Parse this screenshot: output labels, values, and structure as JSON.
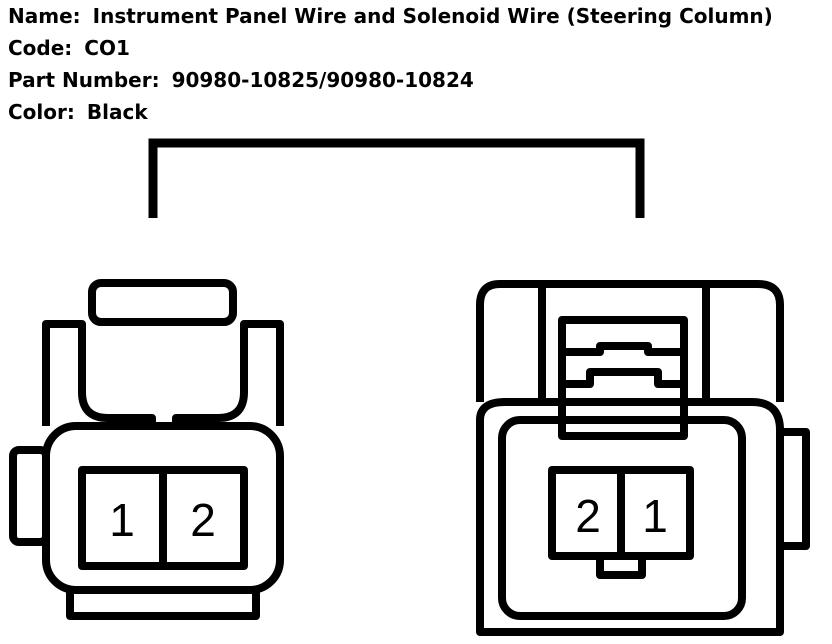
{
  "info": {
    "name_label": "Name:",
    "name_value": "Instrument Panel Wire and Solenoid Wire (Steering Column)",
    "code_label": "Code:",
    "code_value": "CO1",
    "part_label": "Part Number:",
    "part_value": "90980-10825/90980-10824",
    "color_label": "Color:",
    "color_value": "Black"
  },
  "left_connector": {
    "pins": [
      "1",
      "2"
    ]
  },
  "right_connector": {
    "pins": [
      "2",
      "1"
    ]
  },
  "colors": {
    "line": "#000000",
    "background": "#ffffff"
  }
}
